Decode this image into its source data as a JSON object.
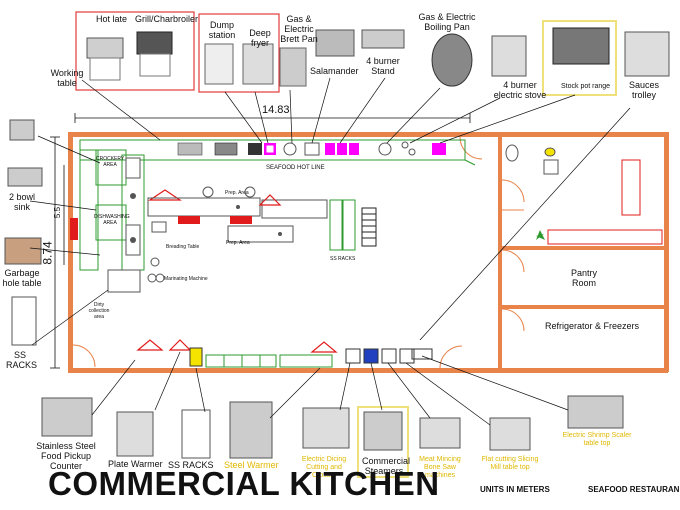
{
  "title": "COMMERCIAL KITCHEN",
  "units": "UNITS IN METERS",
  "restaurant": "SEAFOOD RESTAURAN",
  "dimensions": {
    "width": "14.83",
    "depth": "8.74",
    "inner": "5.5"
  },
  "callouts": {
    "hot_plate": "Hot late",
    "grill": "Grill/Charbroiler",
    "dump_station": "Dump station",
    "deep_fryer": "Deep fryer",
    "gas_brett_pan": "Gas & Electric Brett Pan",
    "salamander": "Salamander",
    "burner_stand": "4 burner Stand",
    "boiling_pan": "Gas & Electric Boiling Pan",
    "electric_stove": "4 burner electric stove",
    "stock_pot": "Stock pot range",
    "sauces_trolley": "Sauces trolley",
    "working_table": "Working table",
    "bowl_sink": "2 bowl sink",
    "garbage_table": "Garbage hole table",
    "ss_racks_left": "SS RACKS",
    "food_pickup": "Stainless Steel Food Pickup Counter",
    "plate_warmer": "Plate Warmer",
    "ss_racks_bottom": "SS RACKS",
    "steel_warmer": "Steel Warmer",
    "cutting_machine": "Electric Dicing Cutting and Cross...",
    "commercial_steamers": "Commercial Steamers",
    "meat_mincing": "Meat Mincing Bone Saw machines",
    "slicer": "Flat cutting Slicing Mill table top",
    "shrimp_scaler": "Electric Shrimp Scaler table top"
  },
  "plan": {
    "hot_line": "SEAFOOD HOT LINE",
    "crockery": "CROCKERY AREA",
    "dishwashing": "DISHWASHING AREA",
    "prep_area_1": "Prep. Area",
    "prep_area_2": "Prep. Area",
    "breading_table": "Breading Table",
    "marinating": "Marinating Machine",
    "dirty_collection": "Dirty collection area",
    "ss_racks_plan": "SS RACKS",
    "pantry": "Pantry Room",
    "refrigerator": "Refrigerator & Freezers"
  },
  "colors": {
    "wall": "#e8834a",
    "pink": "#ff00ff",
    "green": "#2e9a2e",
    "red": "#e11b1b",
    "callout_border": "#e23b3b",
    "yellow_border": "#f0e07a",
    "yellow_text": "#e0b800"
  }
}
